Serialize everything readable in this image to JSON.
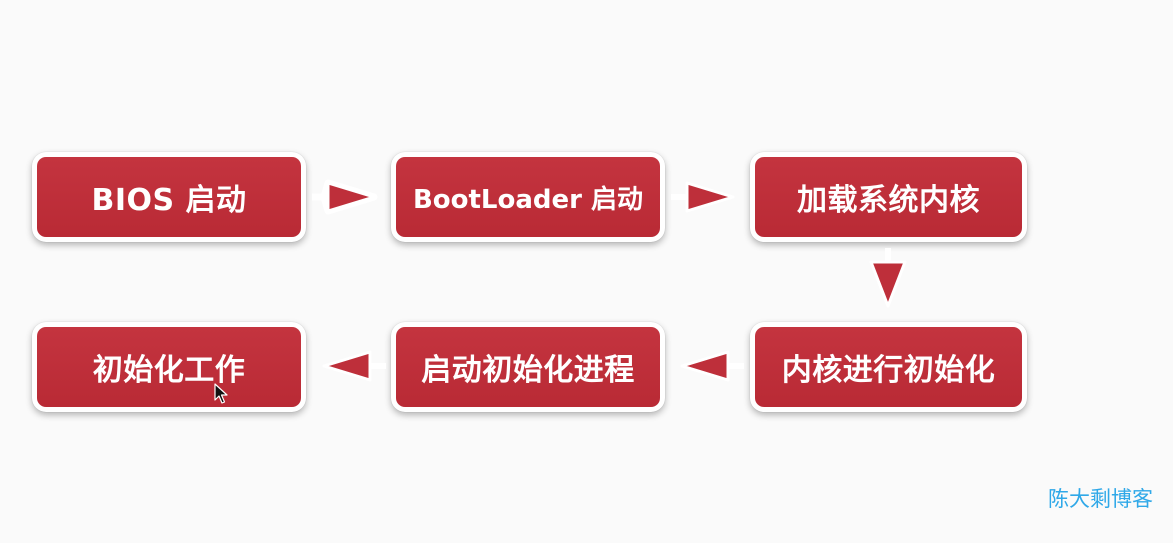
{
  "flow": {
    "steps": [
      "BIOS 启动",
      "BootLoader 启动",
      "加载系统内核",
      "内核进行初始化",
      "启动初始化进程",
      "初始化工作"
    ]
  },
  "watermark": "陈大剩博客",
  "colors": {
    "box_fill": "#be2f3a",
    "box_border": "#ffffff",
    "arrow": "#be2f3a",
    "watermark": "#2fa8e8"
  },
  "icons": {
    "arrow_right": "arrow-right-icon",
    "arrow_down": "arrow-down-icon",
    "arrow_left": "arrow-left-icon",
    "cursor": "mouse-cursor-icon"
  }
}
